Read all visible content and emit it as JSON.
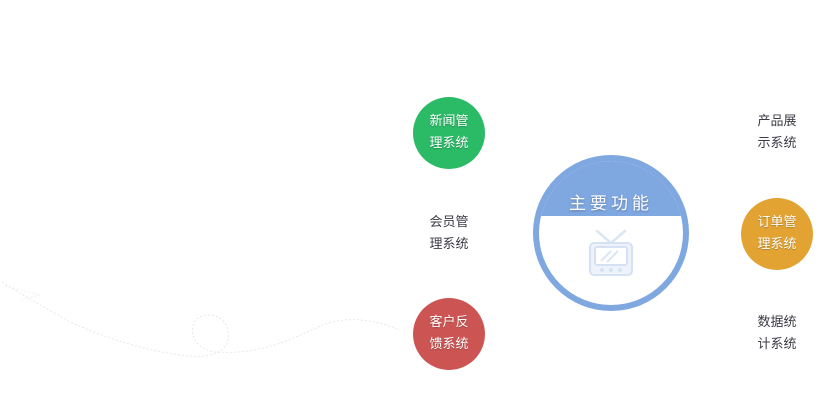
{
  "hub": {
    "title": "主要功能",
    "icon": "tv-icon",
    "color": "#7fa7e0"
  },
  "nodes": [
    {
      "id": "news",
      "label": "新闻管理系统",
      "line1": "新闻管",
      "line2": "理系统",
      "filled": true,
      "color": "#2bba66"
    },
    {
      "id": "member",
      "label": "会员管理系统",
      "line1": "会员管",
      "line2": "理系统",
      "filled": false,
      "color": "#ffffff"
    },
    {
      "id": "feedback",
      "label": "客户反馈系统",
      "line1": "客户反",
      "line2": "馈系统",
      "filled": true,
      "color": "#cc5553"
    },
    {
      "id": "product",
      "label": "产品展示系统",
      "line1": "产品展",
      "line2": "示系统",
      "filled": false,
      "color": "#ffffff"
    },
    {
      "id": "order",
      "label": "订单管理系统",
      "line1": "订单管",
      "line2": "理系统",
      "filled": true,
      "color": "#e2a332"
    },
    {
      "id": "stats",
      "label": "数据统计系统",
      "line1": "数据统",
      "line2": "计系统",
      "filled": false,
      "color": "#ffffff"
    }
  ]
}
